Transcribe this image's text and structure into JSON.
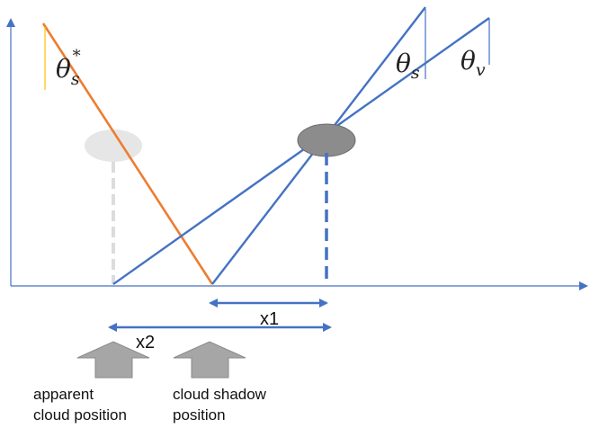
{
  "labels": {
    "theta_s_star": "θ",
    "theta_s_star_sub": "s",
    "theta_s_star_sup": "*",
    "theta_s": "θ",
    "theta_s_sub": "s",
    "theta_v": "θ",
    "theta_v_sub": "v",
    "x1": "x1",
    "x2": "x2",
    "apparent_line1": "apparent",
    "apparent_line2": "cloud position",
    "shadow_line1": "cloud shadow",
    "shadow_line2": "position"
  },
  "colors": {
    "axis": "#4472c4",
    "ray_blue": "#4472c4",
    "ray_orange": "#ed7d31",
    "cloud": "#8c8c8c",
    "cloud_ghost": "#e6e6e6",
    "arrow_gray": "#a6a6a6",
    "tick_yellow": "#ffc000"
  }
}
